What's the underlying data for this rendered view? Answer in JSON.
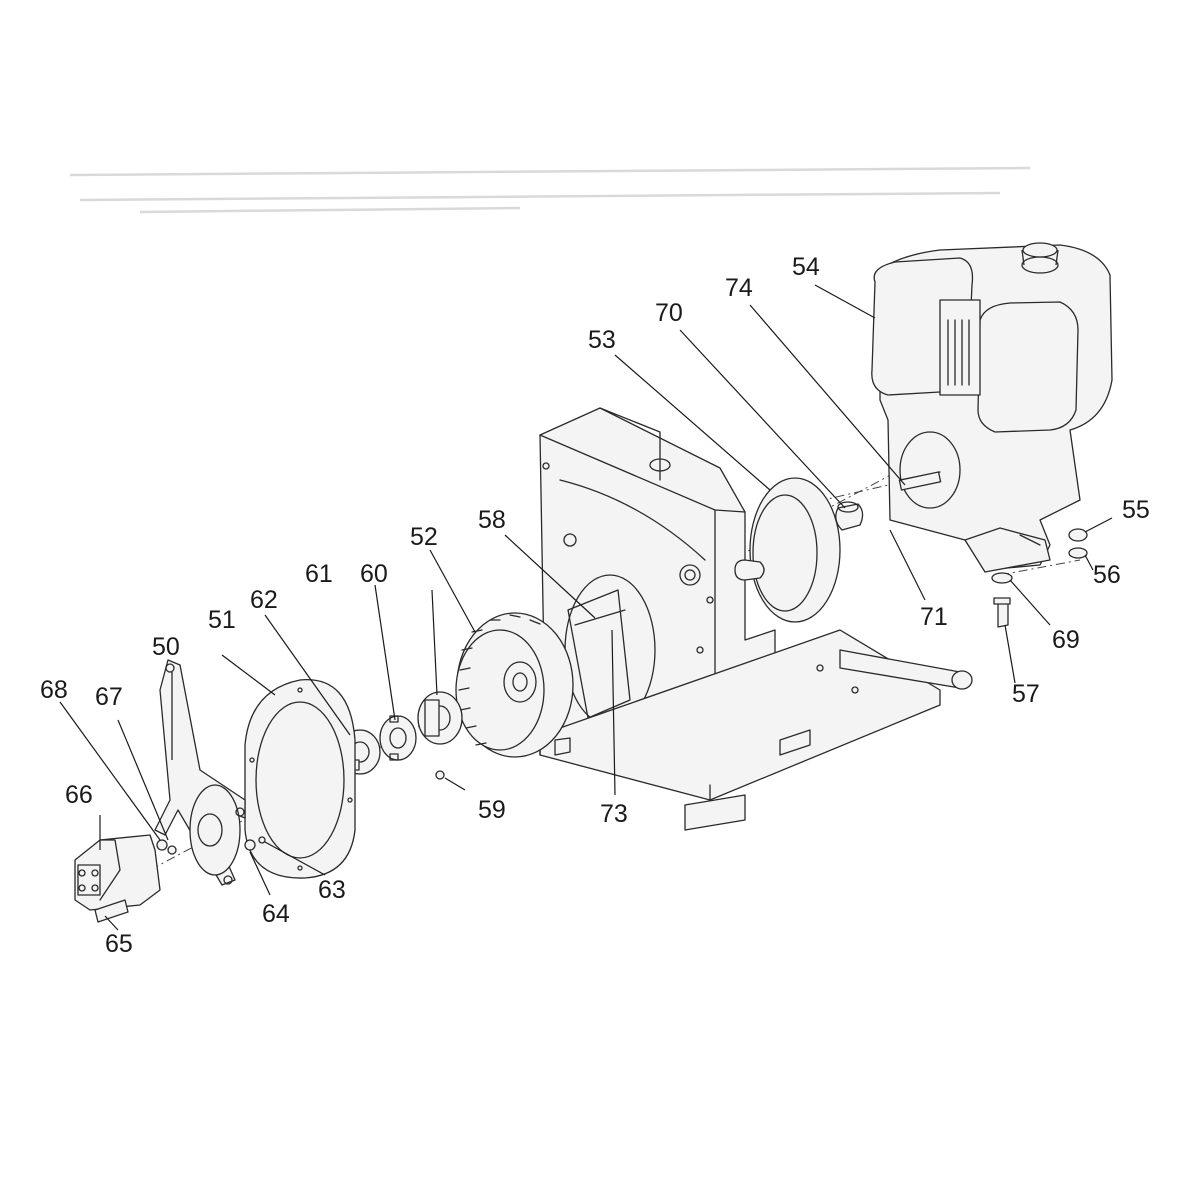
{
  "diagram": {
    "type": "exploded-parts-view",
    "callouts": [
      {
        "id": "c50",
        "label": "50"
      },
      {
        "id": "c51",
        "label": "51"
      },
      {
        "id": "c52",
        "label": "52"
      },
      {
        "id": "c53",
        "label": "53"
      },
      {
        "id": "c54",
        "label": "54"
      },
      {
        "id": "c55",
        "label": "55"
      },
      {
        "id": "c56",
        "label": "56"
      },
      {
        "id": "c57",
        "label": "57"
      },
      {
        "id": "c58",
        "label": "58"
      },
      {
        "id": "c59",
        "label": "59"
      },
      {
        "id": "c60",
        "label": "60"
      },
      {
        "id": "c61",
        "label": "61"
      },
      {
        "id": "c62",
        "label": "62"
      },
      {
        "id": "c63",
        "label": "63"
      },
      {
        "id": "c64",
        "label": "64"
      },
      {
        "id": "c65",
        "label": "65"
      },
      {
        "id": "c66",
        "label": "66"
      },
      {
        "id": "c67",
        "label": "67"
      },
      {
        "id": "c68",
        "label": "68"
      },
      {
        "id": "c69",
        "label": "69"
      },
      {
        "id": "c70",
        "label": "70"
      },
      {
        "id": "c71",
        "label": "71"
      },
      {
        "id": "c73",
        "label": "73"
      },
      {
        "id": "c74",
        "label": "74"
      }
    ],
    "parts": [
      "engine",
      "blower-housing",
      "base-frame",
      "blower-wheel",
      "coupling",
      "mounting-flange",
      "gasket-ring",
      "pump-bracket",
      "hydraulic-pump",
      "adapter-ring"
    ],
    "colors": {
      "line": "#2a2a2a",
      "text": "#1a1a1a",
      "background": "#ffffff"
    }
  }
}
